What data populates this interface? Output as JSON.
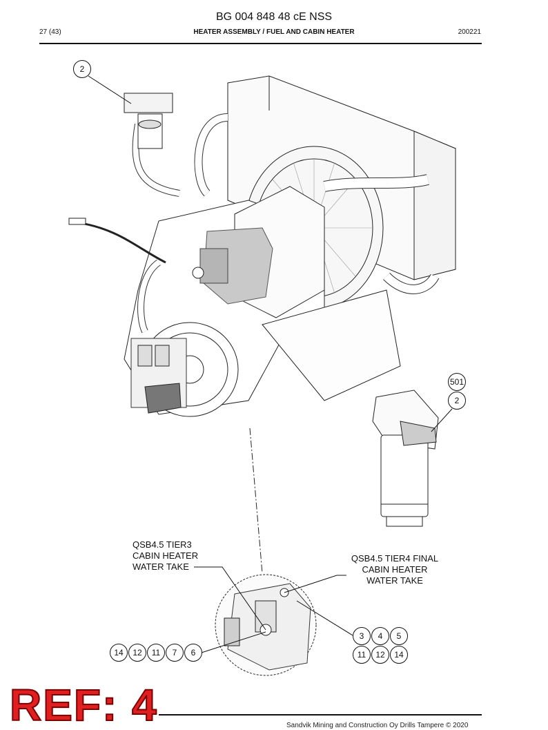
{
  "header": {
    "doc_id": "BG 004 848 48 cE NSS",
    "page": "27 (43)",
    "title": "HEATER ASSEMBLY / FUEL AND CABIN HEATER",
    "date_code": "200221"
  },
  "labels": {
    "tier3": [
      "QSB4.5 TIER3",
      "CABIN HEATER",
      "WATER TAKE"
    ],
    "tier4": [
      "QSB4.5 TIER4 FINAL",
      "CABIN HEATER",
      "WATER TAKE"
    ]
  },
  "callouts": {
    "top_left": "2",
    "filter_501": "501",
    "filter_2": "2",
    "left_row": [
      "14",
      "12",
      "11",
      "7",
      "6"
    ],
    "right_row_top": [
      "3",
      "4",
      "5"
    ],
    "right_row_bottom": [
      "11",
      "12",
      "14"
    ]
  },
  "stamp": "REF: 4",
  "footer": "Sandvik Mining and Construction Oy Drills Tampere © 2020"
}
